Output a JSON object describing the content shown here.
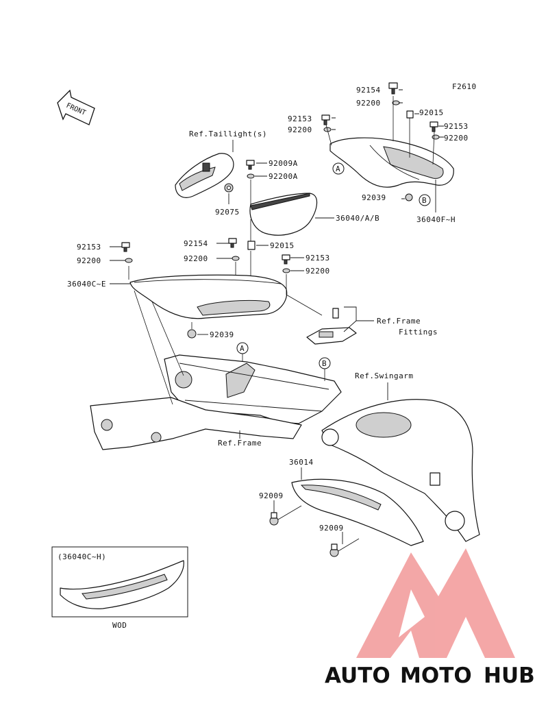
{
  "figure_code": "F2610",
  "front_label": "FRONT",
  "parts": {
    "p92154_top": "92154",
    "p92200_top": "92200",
    "p92015_top": "92015",
    "p92153_a": "92153",
    "p92200_a": "92200",
    "p92153_right": "92153",
    "p92200_right": "92200",
    "p92009A": "92009A",
    "p92200A": "92200A",
    "p92075": "92075",
    "p36040AB": "36040/A/B",
    "p92039_top": "92039",
    "p36040FH": "36040F~H",
    "p92153_left": "92153",
    "p92200_left": "92200",
    "p36040CE": "36040C~E",
    "p92154_mid": "92154",
    "p92015_mid": "92015",
    "p92200_mid": "92200",
    "p92153_mid": "92153",
    "p92200_mid2": "92200",
    "p92039_mid": "92039",
    "p36014": "36014",
    "p92009_a": "92009",
    "p92009_b": "92009"
  },
  "refs": {
    "taillight": "Ref.Taillight(s)",
    "frame_fittings_1": "Ref.Frame",
    "frame_fittings_2": "Fittings",
    "swingarm": "Ref.Swingarm",
    "frame": "Ref.Frame"
  },
  "callouts": {
    "a": "A",
    "b": "B"
  },
  "inset": {
    "title": "(36040C~H)",
    "caption": "WOD"
  },
  "watermark": {
    "auto": "AUTO",
    "moto": "MOTO",
    "hub": "HUB"
  },
  "colors": {
    "watermark_red": "#e8433a",
    "watermark_orange": "#f0a52a",
    "watermark_gray": "#7b7b7b",
    "logo_pink": "#f08a8a"
  }
}
